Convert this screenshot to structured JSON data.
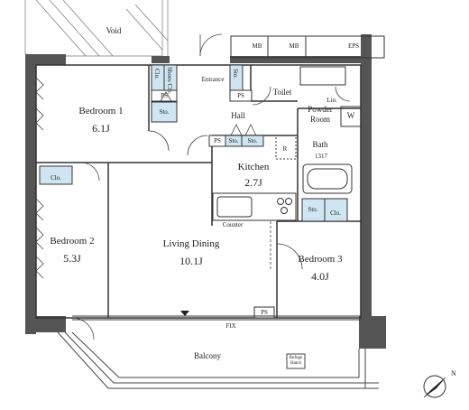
{
  "plan": {
    "rooms": [
      {
        "key": "bedroom1",
        "name": "Bedroom 1",
        "area": "6.1J"
      },
      {
        "key": "bedroom2",
        "name": "Bedroom 2",
        "area": "5.3J"
      },
      {
        "key": "bedroom3",
        "name": "Bedroom 3",
        "area": "4.0J"
      },
      {
        "key": "living",
        "name": "Living Dining",
        "area": "10.1J"
      },
      {
        "key": "kitchen",
        "name": "Kitchen",
        "area": "2.7J"
      }
    ],
    "labels": {
      "void": "Void",
      "mb1": "MB",
      "mb2": "MB",
      "eps": "EPS",
      "entrance": "Entrance",
      "toilet": "Toilet",
      "hall": "Hall",
      "powder_room": "Powder\nRoom",
      "lin": "Lin.",
      "w": "W",
      "bath": "Bath",
      "bath_size": "1317",
      "r": "R",
      "counter": "Counter",
      "balcony": "Balcony",
      "refuge_hatch": "Refuge\nHatch",
      "fix": "FIX",
      "ps1": "PS",
      "ps2": "PS",
      "ps3": "PS",
      "ps4": "PS",
      "clo1": "Clo.",
      "clo2": "Clo.",
      "clo3": "Clo.",
      "sto1": "Sto.",
      "sto2": "Sto.",
      "sto3": "Sto.",
      "sto4": "Sto.",
      "sto5": "Sto.",
      "shoes_clo": "Shoes Clo."
    },
    "colors": {
      "storage_fill": "#cfe6f2",
      "wall": "#555555",
      "line": "#333333",
      "light_line": "#888888"
    },
    "icons": {
      "compass": "north-arrow-icon",
      "bathtub": "bathtub-icon",
      "stove": "stove-icon",
      "sink": "sink-icon"
    }
  }
}
